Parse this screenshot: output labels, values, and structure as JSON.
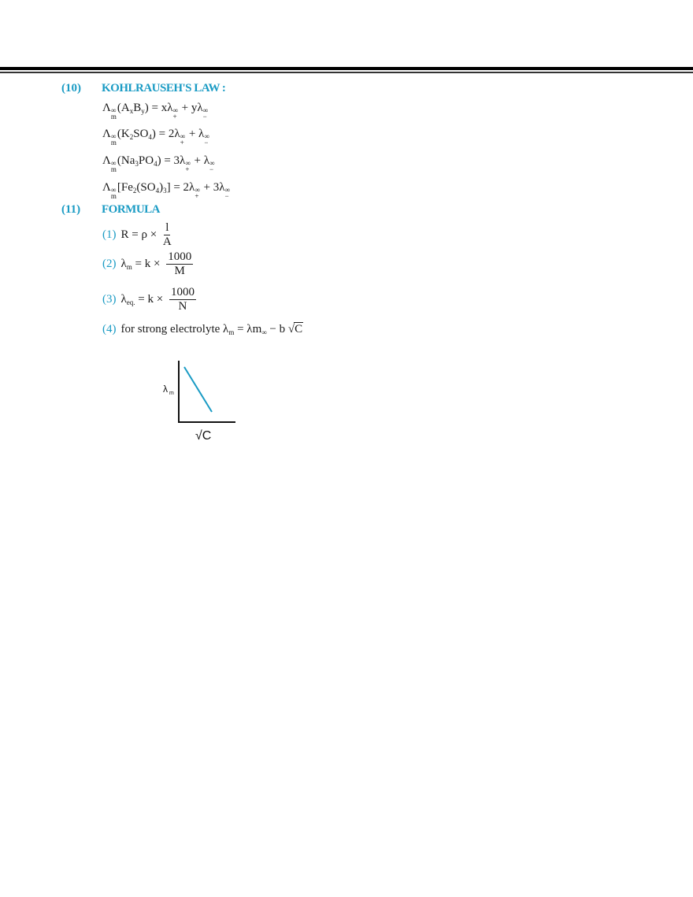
{
  "sections": [
    {
      "number": "(10)",
      "title": "KOHLRAUSEH'S LAW :",
      "equations": [
        {
          "lhs_symbol": "Λ",
          "lhs_sup": "∞",
          "lhs_sub": "m",
          "lhs_args": "(AxBy)",
          "rhs": "xλ₊^∞ + yλ₋^∞"
        },
        {
          "lhs_symbol": "Λ",
          "lhs_sup": "∞",
          "lhs_sub": "m",
          "lhs_args": "(K2SO4)",
          "rhs": "2λ₊^∞ + λ₋^∞"
        },
        {
          "lhs_symbol": "Λ",
          "lhs_sup": "∞",
          "lhs_sub": "m",
          "lhs_args": "(Na3PO4)",
          "rhs": "3λ₊^∞ + λ₋^∞"
        },
        {
          "lhs_symbol": "Λ",
          "lhs_sup": "∞",
          "lhs_sub": "m",
          "lhs_args": "[Fe2(SO4)3]",
          "rhs": "2λ₊^∞ + 3λ₋^∞"
        }
      ]
    },
    {
      "number": "(11)",
      "title": "FORMULA",
      "formulas": [
        {
          "num": "(1)",
          "text": "R = ρ × l / A",
          "numerator": "l",
          "denominator": "A"
        },
        {
          "num": "(2)",
          "text": "λm = k × 1000 / M",
          "numerator": "1000",
          "denominator": "M"
        },
        {
          "num": "(3)",
          "text": "λeq. = k × 1000 / N",
          "numerator": "1000",
          "denominator": "N"
        },
        {
          "num": "(4)",
          "text": "for strong electrolyte λm = λm∞ − b√C",
          "prefix": "for strong electrolyte"
        }
      ]
    }
  ],
  "graph": {
    "y_label": "λm",
    "x_label": "√C",
    "line_color": "#1a9bc4"
  },
  "colors": {
    "accent": "#1a9bc4",
    "text": "#1a1a1a"
  }
}
